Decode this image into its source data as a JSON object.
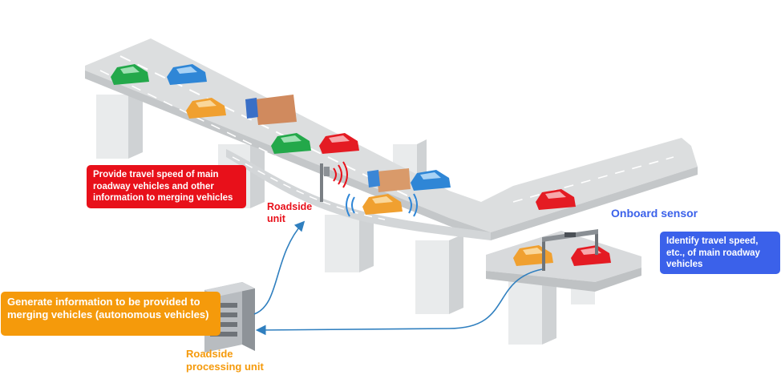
{
  "callouts": {
    "merging_info": "Provide travel speed of main roadway vehicles and other information to merging vehicles",
    "generate_info": "Generate information to be provided to merging vehicles (autonomous vehicles)",
    "identify_speed": "Identify travel speed, etc., of main roadway vehicles"
  },
  "labels": {
    "roadside_unit": "Roadside unit",
    "onboard_sensor": "Onboard sensor",
    "roadside_processing_unit": "Roadside processing unit"
  },
  "colors": {
    "red": "#e8101a",
    "orange": "#f59a0b",
    "blue": "#3b61ea",
    "road": "#dcdedf",
    "pillar": "#e3e5e6",
    "arrow": "#2f7fbf"
  },
  "icons": [
    "server-icon",
    "antenna-icon",
    "sensor-gantry-icon",
    "car-icon",
    "truck-icon",
    "signal-wave-icon"
  ]
}
